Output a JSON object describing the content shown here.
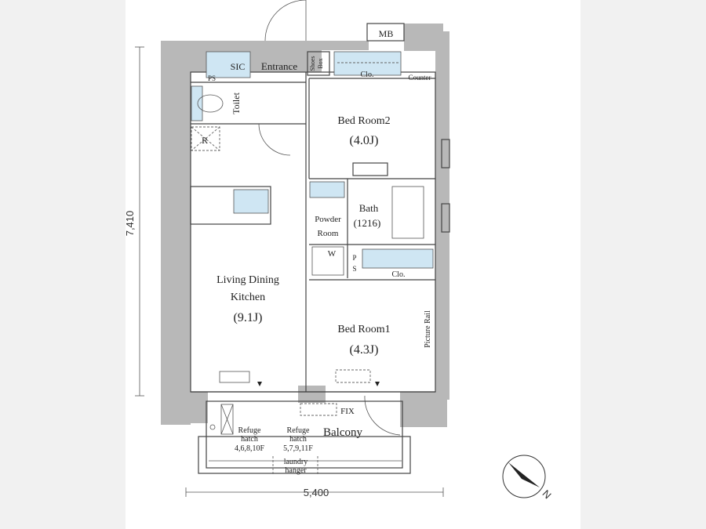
{
  "plan": {
    "dimensions": {
      "height": "7,410",
      "width": "5,400"
    },
    "compass_label": "N",
    "rooms": {
      "mb": "MB",
      "sic": "SIC",
      "entrance": "Entrance",
      "shoes_box_1": "Shoes",
      "shoes_box_2": "Box",
      "clo_top": "Clo.",
      "counter": "Counter",
      "ps_top": "PS",
      "toilet": "Toilet",
      "refrigerator": "R",
      "bedroom2_name": "Bed Room2",
      "bedroom2_size": "(4.0J)",
      "bath_name": "Bath",
      "bath_size": "(1216)",
      "powder_room_1": "Powder",
      "powder_room_2": "Room",
      "washer": "W",
      "ps_mid_1": "P",
      "ps_mid_2": "S",
      "clo_mid": "Clo.",
      "ldk_1": "Living Dining",
      "ldk_2": "Kitchen",
      "ldk_size": "(9.1J)",
      "bedroom1_name": "Bed Room1",
      "bedroom1_size": "(4.3J)",
      "picture_rail": "Picture Rail",
      "fix": "FIX",
      "balcony": "Balcony",
      "refuge_a_1": "Refuge",
      "refuge_a_2": "hatch",
      "refuge_a_3": "4,6,8,10F",
      "refuge_b_1": "Refuge",
      "refuge_b_2": "hatch",
      "refuge_b_3": "5,7,9,11F",
      "laundry_1": "laundry",
      "laundry_2": "hanger"
    }
  }
}
